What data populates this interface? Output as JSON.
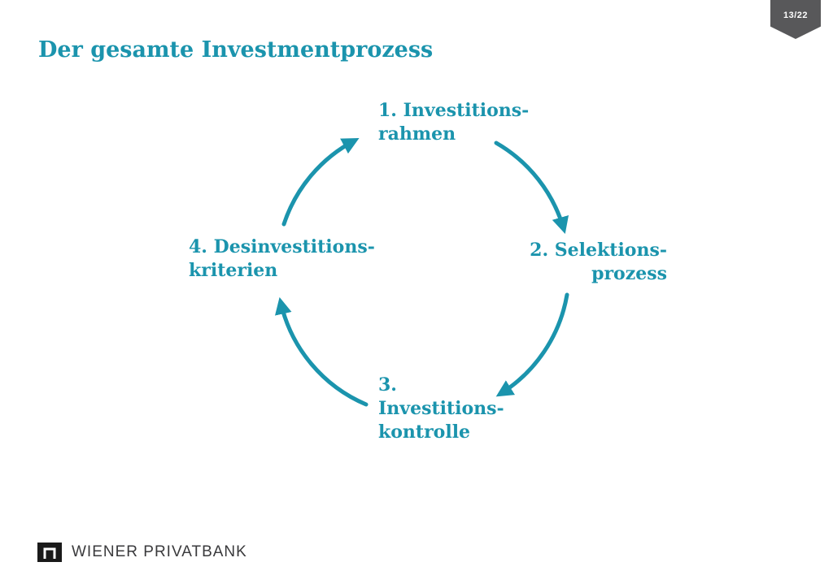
{
  "slide": {
    "title": "Der gesamte Investmentprozess",
    "page_badge": "13/22"
  },
  "diagram": {
    "type": "cycle",
    "direction": "clockwise",
    "steps": [
      {
        "position": "top",
        "lines": [
          "1. Investitions-",
          "rahmen"
        ]
      },
      {
        "position": "right",
        "lines": [
          "2. Selektions-",
          "prozess"
        ]
      },
      {
        "position": "bottom",
        "lines": [
          "3.",
          "Investitions-",
          "kontrolle"
        ]
      },
      {
        "position": "left",
        "lines": [
          "4. Desinvestitions-",
          "kriterien"
        ]
      }
    ]
  },
  "footer": {
    "brand": "WIENER PRIVATBANK"
  },
  "colors": {
    "accent": "#1b94ad",
    "badge_bg": "#58585a",
    "badge_text": "#ffffff",
    "brand_text": "#3a3a3c"
  }
}
